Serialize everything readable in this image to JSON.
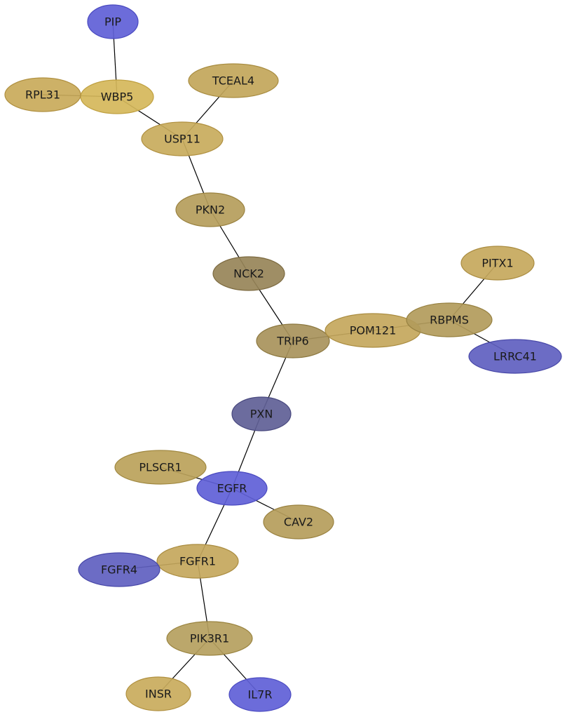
{
  "nodes": [
    {
      "id": "PIP",
      "label": "PIP",
      "color": "#5f5fd7",
      "stroke": "#4a4ac0"
    },
    {
      "id": "WBP5",
      "label": "WBP5",
      "color": "#d5b75a",
      "stroke": "#bfa040"
    },
    {
      "id": "RPL31",
      "label": "RPL31",
      "color": "#c9aa5a",
      "stroke": "#b09040"
    },
    {
      "id": "TCEAL4",
      "label": "TCEAL4",
      "color": "#c2a65a",
      "stroke": "#a88c40"
    },
    {
      "id": "USP11",
      "label": "USP11",
      "color": "#c8ab5c",
      "stroke": "#b09040"
    },
    {
      "id": "PKN2",
      "label": "PKN2",
      "color": "#b59d5b",
      "stroke": "#9a8240"
    },
    {
      "id": "NCK2",
      "label": "NCK2",
      "color": "#978458",
      "stroke": "#7c6a40"
    },
    {
      "id": "TRIP6",
      "label": "TRIP6",
      "color": "#a8935b",
      "stroke": "#8c7840"
    },
    {
      "id": "POM121",
      "label": "POM121",
      "color": "#c4a75c",
      "stroke": "#aa8c40"
    },
    {
      "id": "RBPMS",
      "label": "RBPMS",
      "color": "#b29b5b",
      "stroke": "#968040"
    },
    {
      "id": "PITX1",
      "label": "PITX1",
      "color": "#c5a85c",
      "stroke": "#aa8c40"
    },
    {
      "id": "LRRC41",
      "label": "LRRC41",
      "color": "#5f5fc0",
      "stroke": "#4848a8"
    },
    {
      "id": "PXN",
      "label": "PXN",
      "color": "#5f5f96",
      "stroke": "#48487e"
    },
    {
      "id": "PLSCR1",
      "label": "PLSCR1",
      "color": "#bba25a",
      "stroke": "#a08840"
    },
    {
      "id": "EGFR",
      "label": "EGFR",
      "color": "#5f5fd7",
      "stroke": "#4a4ac0"
    },
    {
      "id": "CAV2",
      "label": "CAV2",
      "color": "#b59d5b",
      "stroke": "#9a8240"
    },
    {
      "id": "FGFR1",
      "label": "FGFR1",
      "color": "#c4a75c",
      "stroke": "#aa8c40"
    },
    {
      "id": "FGFR4",
      "label": "FGFR4",
      "color": "#5f5fc0",
      "stroke": "#4848a8"
    },
    {
      "id": "PIK3R1",
      "label": "PIK3R1",
      "color": "#b59f5e",
      "stroke": "#9a8440"
    },
    {
      "id": "INSR",
      "label": "INSR",
      "color": "#c9ab5c",
      "stroke": "#b09040"
    },
    {
      "id": "IL7R",
      "label": "IL7R",
      "color": "#5f5fd7",
      "stroke": "#4a4ac0"
    }
  ],
  "edges": [
    [
      "PIP",
      "WBP5"
    ],
    [
      "RPL31",
      "WBP5"
    ],
    [
      "WBP5",
      "USP11"
    ],
    [
      "TCEAL4",
      "USP11"
    ],
    [
      "USP11",
      "PKN2"
    ],
    [
      "PKN2",
      "NCK2"
    ],
    [
      "NCK2",
      "TRIP6"
    ],
    [
      "TRIP6",
      "POM121"
    ],
    [
      "POM121",
      "RBPMS"
    ],
    [
      "PITX1",
      "RBPMS"
    ],
    [
      "RBPMS",
      "LRRC41"
    ],
    [
      "TRIP6",
      "PXN"
    ],
    [
      "PXN",
      "EGFR"
    ],
    [
      "PLSCR1",
      "EGFR"
    ],
    [
      "EGFR",
      "CAV2"
    ],
    [
      "EGFR",
      "FGFR1"
    ],
    [
      "FGFR4",
      "FGFR1"
    ],
    [
      "FGFR1",
      "PIK3R1"
    ],
    [
      "PIK3R1",
      "INSR"
    ],
    [
      "PIK3R1",
      "IL7R"
    ]
  ]
}
